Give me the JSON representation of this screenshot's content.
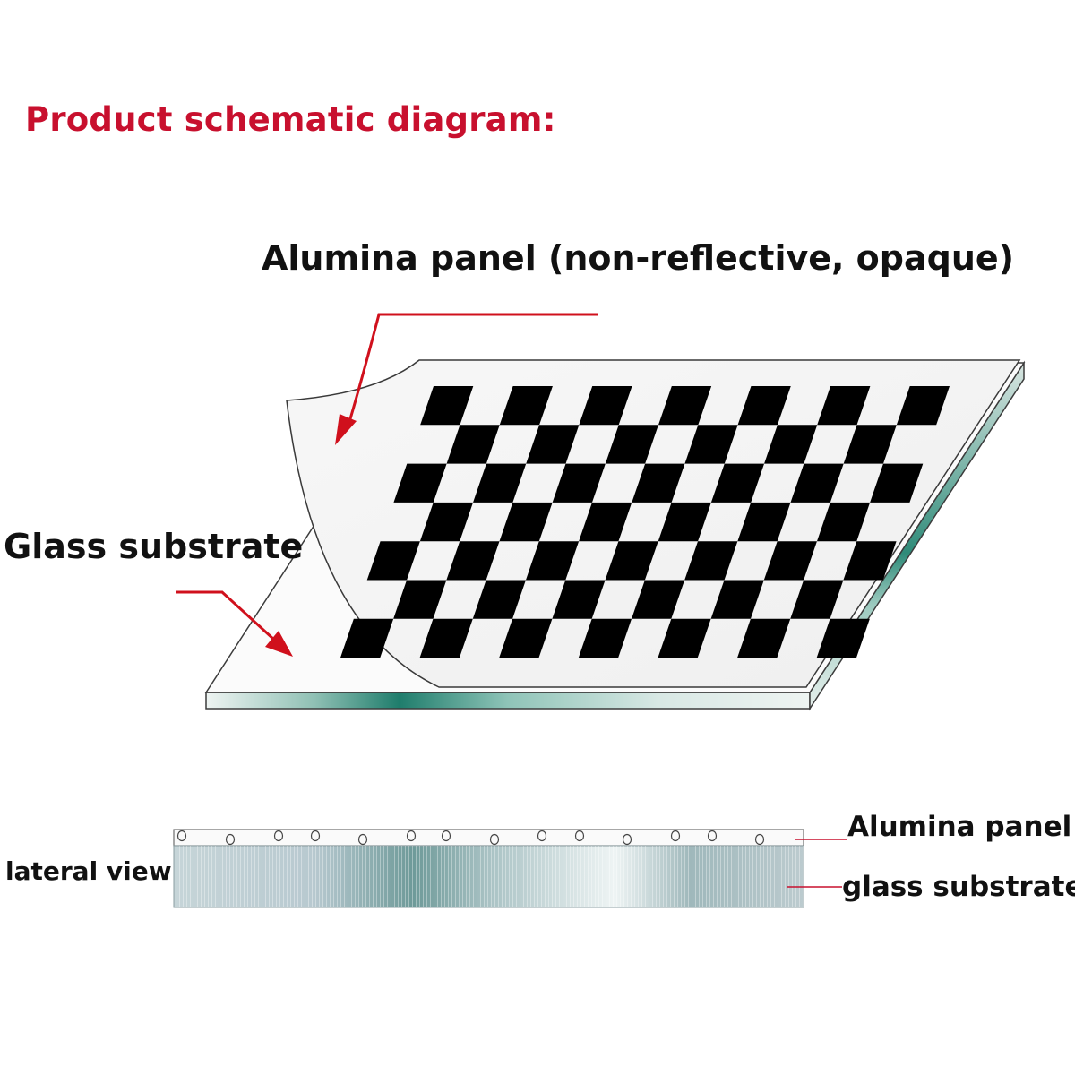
{
  "title": "Product schematic diagram:",
  "labels": {
    "alumina_panel_main": "Alumina panel (non-reflective, opaque)",
    "glass_substrate_main": "Glass substrate",
    "lateral_view": "lateral view",
    "alumina_panel_side": "Alumina panel",
    "glass_substrate_side": "glass substrate"
  },
  "colors": {
    "title": "#c8102e",
    "arrow": "#d0101c",
    "checker": "#000000",
    "glass_edge": "#2e8a78"
  },
  "checkerboard": {
    "rows": 7,
    "cols": 13
  }
}
